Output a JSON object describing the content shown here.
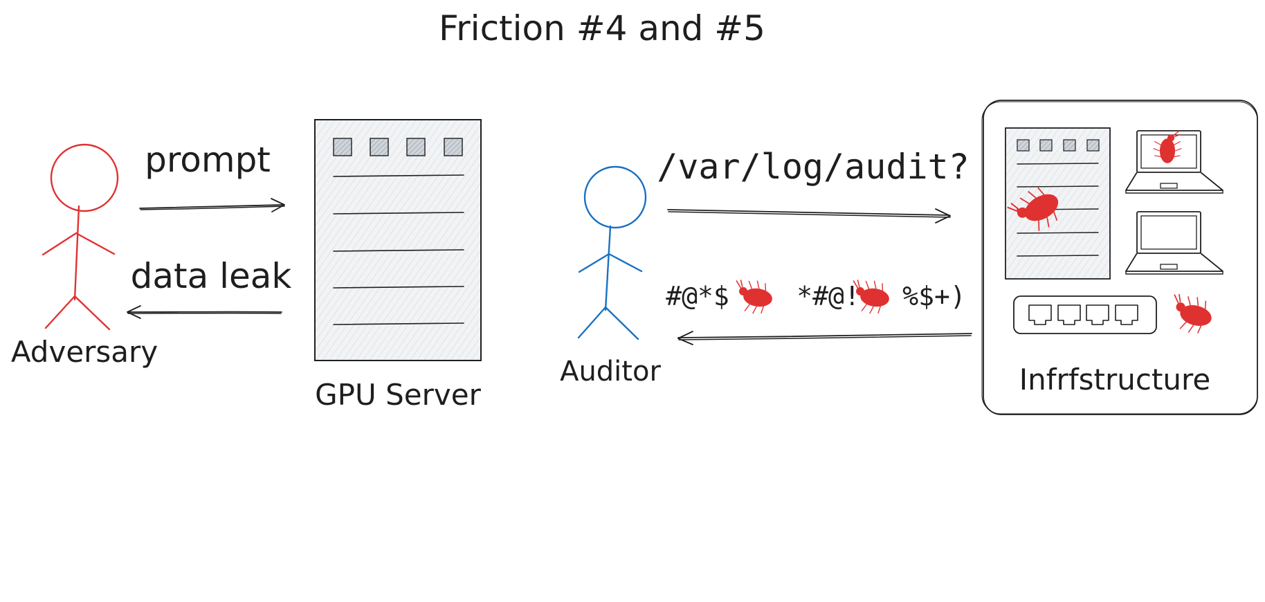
{
  "title": "Friction #4 and #5",
  "colors": {
    "ink": "#1e1e1e",
    "adversary": "#e03131",
    "auditor": "#1971c2",
    "bug": "#e03131",
    "fill": "#f1f3f5"
  },
  "adversary": {
    "label": "Adversary"
  },
  "gpu_server": {
    "label": "GPU Server"
  },
  "auditor": {
    "label": "Auditor"
  },
  "infrastructure": {
    "label": "Infrfstructure"
  },
  "arrows": {
    "prompt": "prompt",
    "data_leak": "data leak",
    "audit_query": "/var/log/audit?",
    "garbled_reply": [
      "#@*$",
      "*#@!",
      "%$+)"
    ]
  },
  "icons": [
    "bug-icon",
    "laptop-icon",
    "network-switch-icon",
    "server-rack-icon",
    "stick-figure-icon"
  ]
}
